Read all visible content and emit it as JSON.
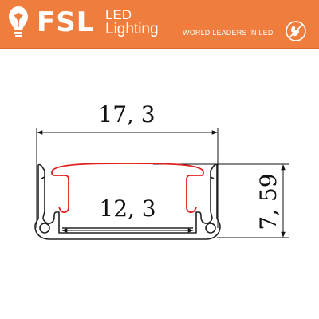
{
  "header": {
    "brand": "FSL",
    "sub_line1": "LED",
    "sub_line2": "Lighting",
    "tagline": "WORLD LEADERS IN LED",
    "logo_icon": "lightbulb-flower-icon",
    "badge_icon": "world-map-icon",
    "background_color": "#ee7d3e",
    "text_color": "#ffffff"
  },
  "diagram": {
    "outer_width_label": "17, 3",
    "inner_width_label": "12, 3",
    "height_label": "7, 59",
    "profile_color": "#222222",
    "diffuser_color": "#e02020"
  }
}
